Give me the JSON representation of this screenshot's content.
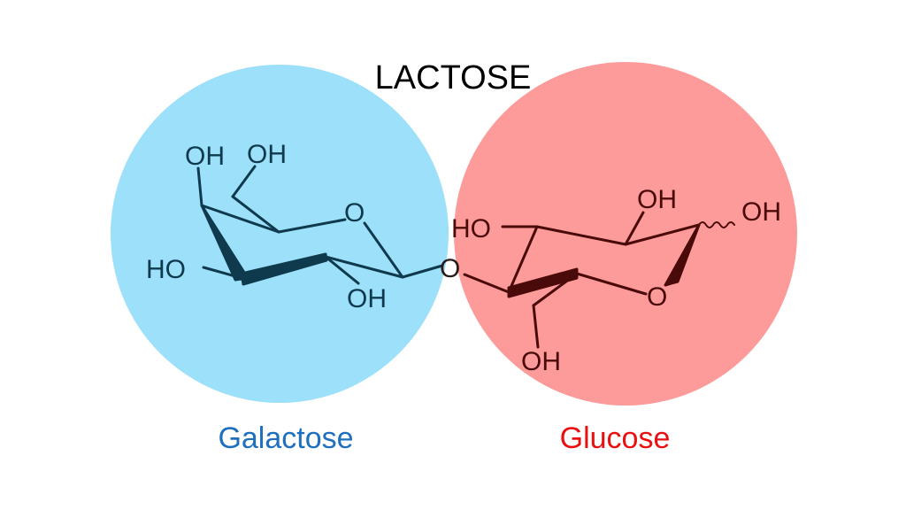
{
  "title": "LACTOSE",
  "galactose": {
    "caption": "Galactose",
    "color": "#9de0fa",
    "caption_color": "#1f6fbf",
    "stroke_color": "#0f3a4e",
    "labels": {
      "oh_top_left": "OH",
      "oh_top_right": "OH",
      "ring_o": "O",
      "ho_left": "HO",
      "oh_bottom": "OH"
    }
  },
  "glycosidic_o": "O",
  "glucose": {
    "caption": "Glucose",
    "color": "#fd9b9b",
    "caption_color": "#e81010",
    "stroke_color": "#4a0a0a",
    "labels": {
      "ho_left": "HO",
      "oh_top": "OH",
      "oh_right": "OH",
      "ring_o": "O",
      "oh_bottom": "OH"
    }
  }
}
